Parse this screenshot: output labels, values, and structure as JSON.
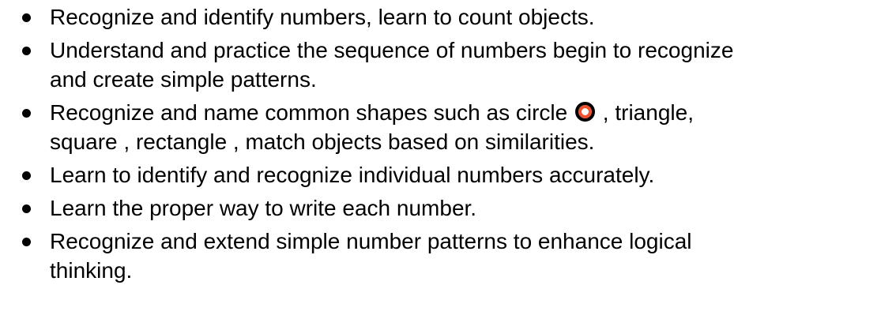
{
  "items": [
    {
      "lines": [
        "Recognize and identify numbers, learn to count objects."
      ]
    },
    {
      "lines": [
        "Understand and practice the sequence of numbers begin to recognize",
        "and create simple patterns."
      ]
    },
    {
      "line1_before_icon": " Recognize and name common shapes such as circle ",
      "line1_after_icon": " , triangle,",
      "line2": "square , rectangle , match objects based on similarities.",
      "icon": "circle-icon",
      "icon_color": "#f0522d"
    },
    {
      "lines": [
        "Learn to identify and recognize individual numbers accurately."
      ]
    },
    {
      "lines": [
        "Learn the proper way to write each number."
      ]
    },
    {
      "lines": [
        "Recognize and extend simple number patterns to enhance logical",
        "thinking."
      ]
    }
  ]
}
